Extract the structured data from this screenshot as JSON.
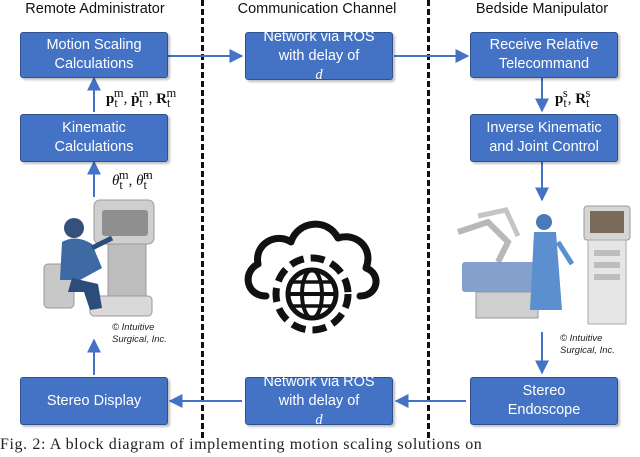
{
  "columns": {
    "left": "Remote Administrator",
    "middle": "Communication Channel",
    "right": "Bedside Manipulator"
  },
  "boxes": {
    "motion_scaling": [
      "Motion Scaling",
      "Calculations"
    ],
    "kinematic": [
      "Kinematic",
      "Calculations"
    ],
    "network_top": [
      "Network via ROS",
      "with delay of "
    ],
    "receive": [
      "Receive Relative",
      "Telecommand"
    ],
    "inverse": [
      "Inverse Kinematic",
      "and Joint Control"
    ],
    "stereo_display": [
      "Stereo Display"
    ],
    "network_bottom": [
      "Network via ROS",
      "with delay of "
    ],
    "stereo_endoscope": [
      "Stereo",
      "Endoscope"
    ]
  },
  "delay_symbol": "d",
  "credits": {
    "left": [
      "© Intuitive",
      "Surgical, Inc."
    ],
    "right": [
      "© Intuitive",
      "Surgical, Inc."
    ]
  },
  "caption": "Fig. 2: A block diagram of implementing motion scaling solutions on",
  "colors": {
    "box_fill": "#4472c4",
    "arrow": "#4472c4",
    "divider": "#111111"
  },
  "icons": [
    "cloud-globe-icon",
    "surgeon-console-illustration",
    "patient-cart-illustration"
  ]
}
